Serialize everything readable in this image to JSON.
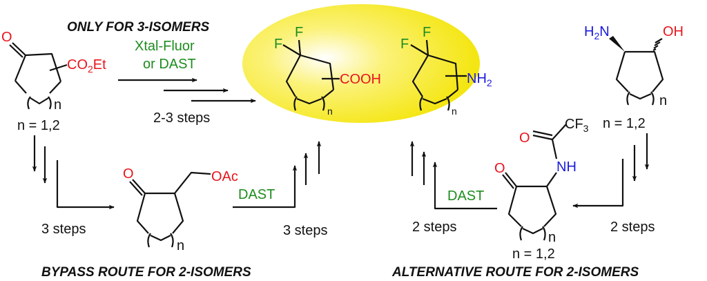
{
  "titles": {
    "top": "ONLY FOR 3-ISOMERS",
    "bypass": "BYPASS ROUTE FOR 2-ISOMERS",
    "alternative": "ALTERNATIVE ROUTE FOR 2-ISOMERS"
  },
  "reagents": {
    "xtal": "Xtal-Fluor",
    "or_dast": "or DAST",
    "dast": "DAST"
  },
  "steps": {
    "s23": "2-3 steps",
    "s3": "3 steps",
    "s2": "2 steps"
  },
  "labels": {
    "n": "n",
    "n_range": "n = 1,2",
    "O": "O",
    "F": "F",
    "CO": "CO",
    "two": "2",
    "three": "3",
    "Et": "Et",
    "COOH": "COOH",
    "NH": "NH",
    "H": "H",
    "N": "N",
    "OH": "OH",
    "OAc": "OAc",
    "CF": "CF"
  },
  "colors": {
    "highlight": "#f5e800",
    "oxygen": "#e8141c",
    "nitrogen": "#1a1adc",
    "fluorine": "#1e8c1e"
  }
}
